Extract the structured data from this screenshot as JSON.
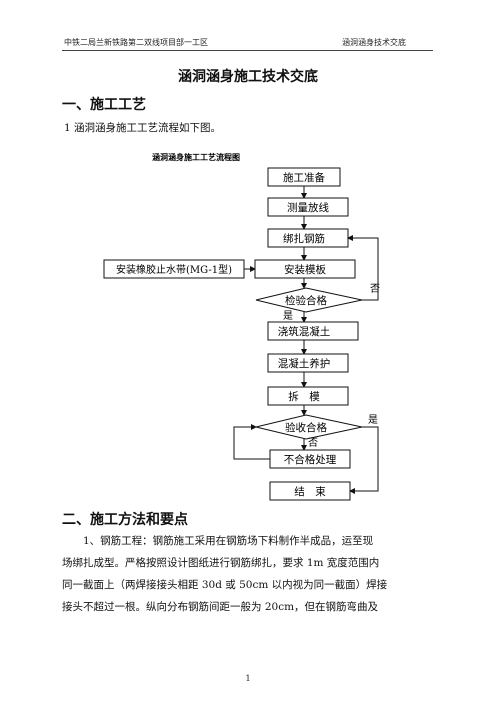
{
  "header": {
    "left": "中铁二局兰新铁路第二双线项目部一工区",
    "right": "涵洞涵身技术交底"
  },
  "doc_title": "涵洞涵身施工技术交底",
  "section1": {
    "heading": "一、施工工艺",
    "intro": "1 涵洞涵身施工工艺流程如下图。"
  },
  "flowchart": {
    "caption": "涵洞涵身施工工艺流程图",
    "steps": {
      "prep": "施工准备",
      "survey": "测量放线",
      "rebar": "绑扎钢筋",
      "formwork": "安装模板",
      "side": "安装橡胶止水带(MG-1型)",
      "inspect": "检验合格",
      "pour": "浇筑混凝土",
      "cure": "混凝土养护",
      "demold": "拆　模",
      "accept": "验收合格",
      "reject_handle": "不合格处理",
      "end": "结　束"
    },
    "labels": {
      "no1": "否",
      "yes1": "是",
      "yes2": "是",
      "no2": "否"
    }
  },
  "section2": {
    "heading": "二、施工方法和要点",
    "lines": [
      "　　1、钢筋工程：钢筋施工采用在钢筋场下料制作半成品，运至现",
      "场绑扎成型。严格按照设计图纸进行钢筋绑扎，要求 1m 宽度范围内",
      "同一截面上（两焊接接头相距 30d 或 50cm 以内视为同一截面）焊接",
      "接头不超过一根。纵向分布钢筋间距一般为 20cm，但在钢筋弯曲及"
    ]
  },
  "page_number": "1"
}
